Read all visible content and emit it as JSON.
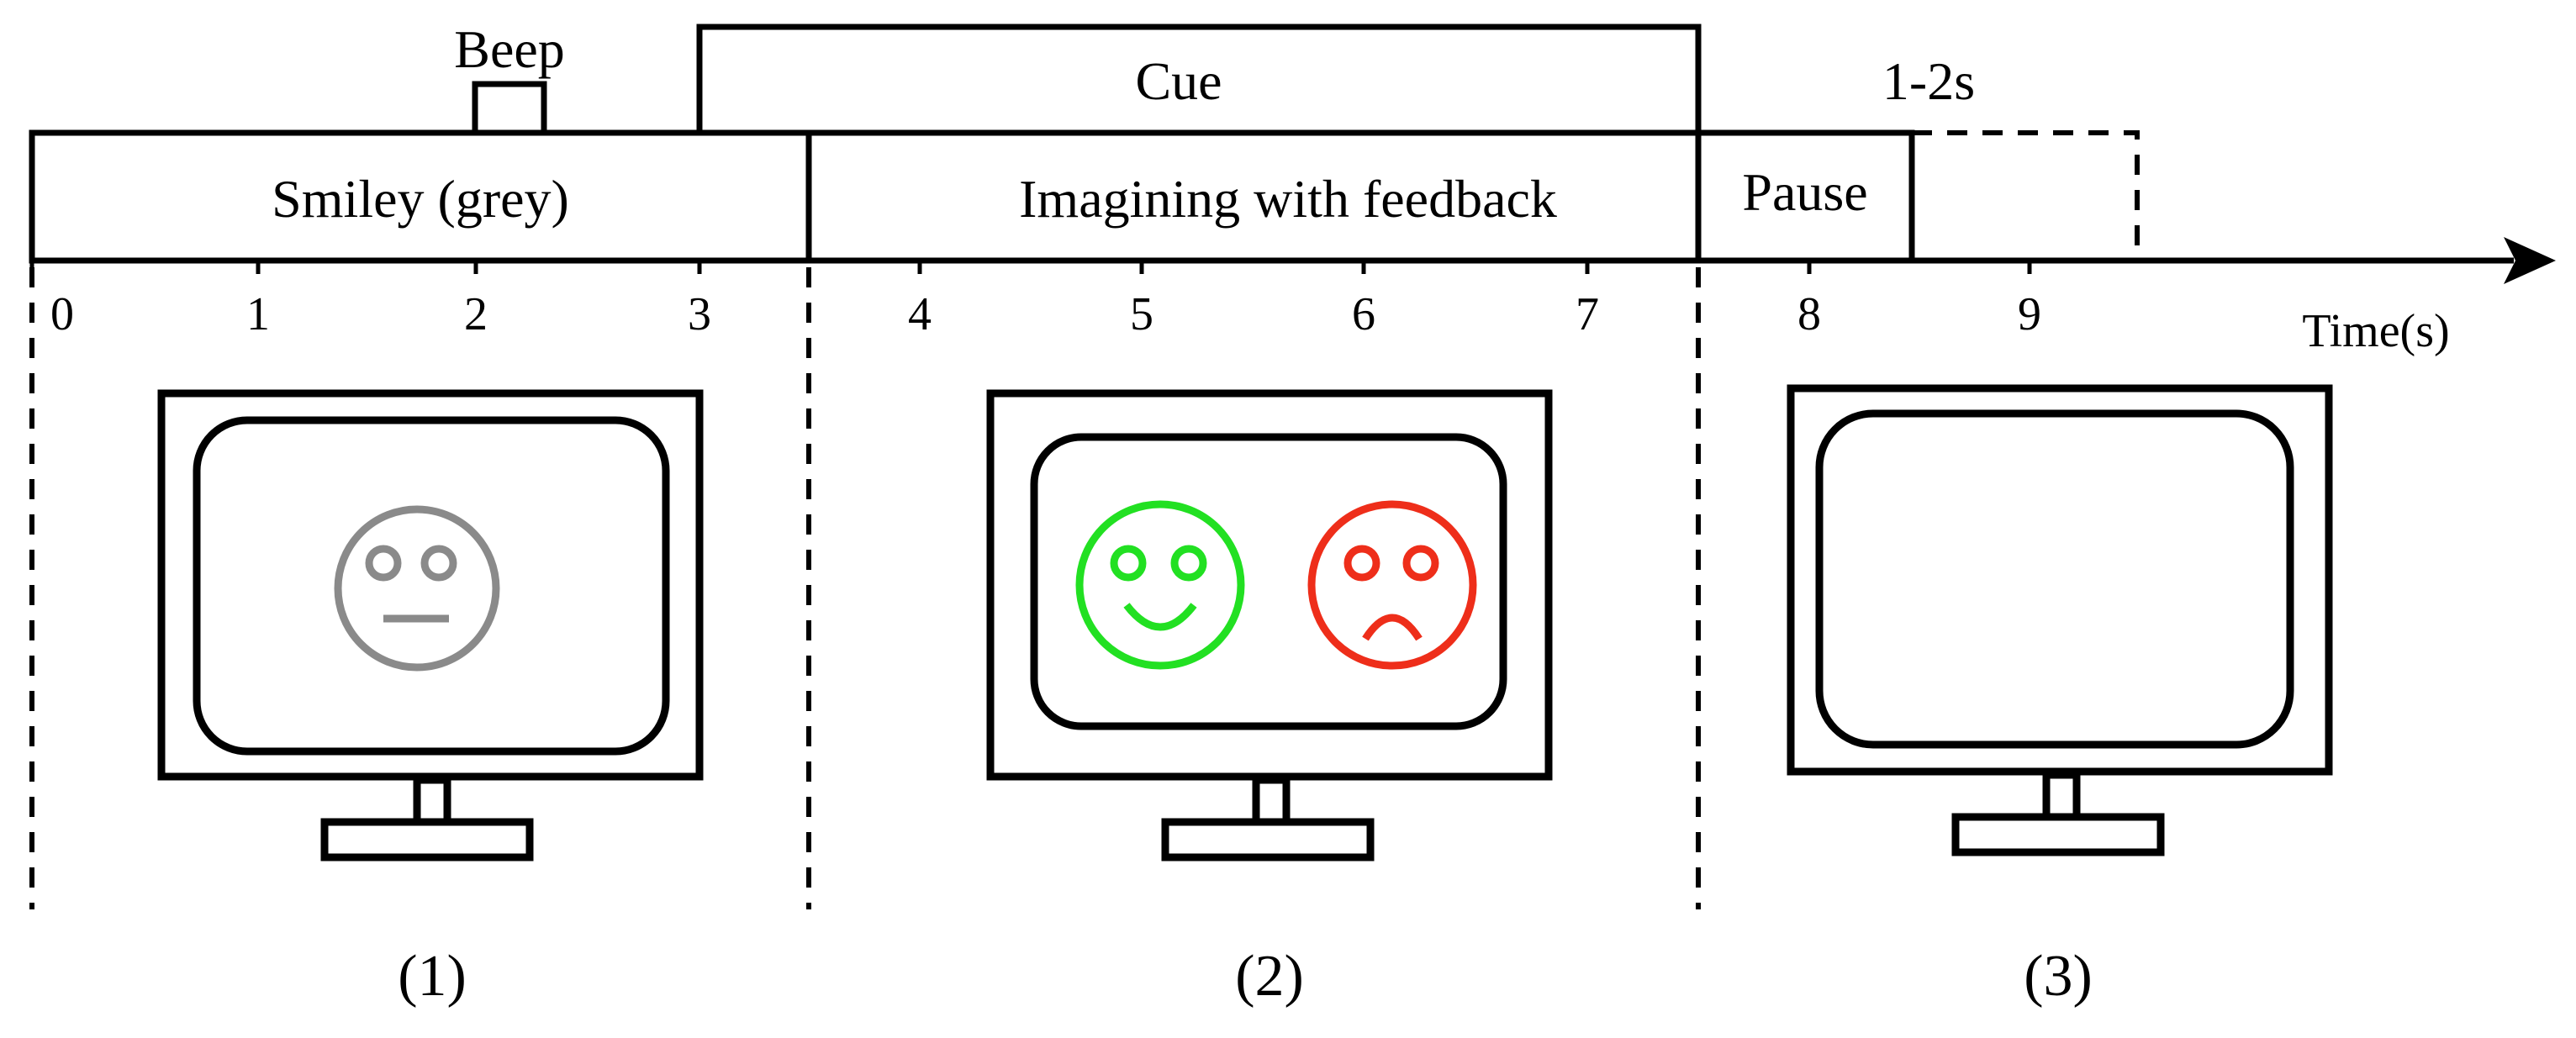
{
  "timeline": {
    "beep_label": "Beep",
    "cue_label": "Cue",
    "interval_label": "1-2s",
    "phases": [
      "Smiley (grey)",
      "Imagining with feedback",
      "Pause"
    ],
    "axis_title": "Time(s)",
    "ticks": [
      "0",
      "1",
      "2",
      "3",
      "4",
      "5",
      "6",
      "7",
      "8",
      "9"
    ]
  },
  "panels": [
    {
      "label": "(1)",
      "content": "neutral-face-icon",
      "color": "#8a8a8a"
    },
    {
      "label": "(2)",
      "content": "happy-and-sad-face-icons",
      "colors": [
        "#22e022",
        "#ee2e1a"
      ]
    },
    {
      "label": "(3)",
      "content": "blank-screen"
    }
  ],
  "colors": {
    "neutral_face": "#8a8a8a",
    "happy_face": "#22e022",
    "sad_face": "#ee2e1a"
  }
}
